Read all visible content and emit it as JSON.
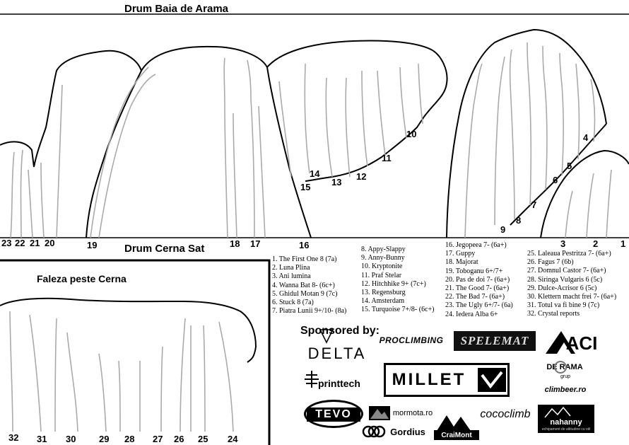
{
  "roads": {
    "top": "Drum Baia de Arama",
    "middle": "Drum Cerna Sat",
    "sector": "Faleza peste Cerna"
  },
  "route_numbers_upper": {
    "r1": "1",
    "r2": "2",
    "r3": "3",
    "r4": "4",
    "r5": "5",
    "r6": "6",
    "r7": "7",
    "r8": "8",
    "r9": "9",
    "r10": "10",
    "r11": "11",
    "r12": "12",
    "r13": "13",
    "r14": "14",
    "r15": "15",
    "r16": "16",
    "r17": "17",
    "r18": "18",
    "r19": "19",
    "r20": "20",
    "r21": "21",
    "r22": "22",
    "r23": "23"
  },
  "route_numbers_lower": {
    "r24": "24",
    "r25": "25",
    "r26": "26",
    "r27": "27",
    "r28": "28",
    "r29": "29",
    "r30": "30",
    "r31": "31",
    "r32": "32"
  },
  "legend": {
    "col1": [
      "1. The First One 8 (7a)",
      "2. Luna Plina",
      "3. Ani lumina",
      "4. Wanna Bat 8- (6c+)",
      "5. Ghidul Motan 9 (7c)",
      "6. Stuck 8 (7a)",
      "7. Piatra Lunii 9+/10- (8a)"
    ],
    "col2": [
      "8. Appy-Slappy",
      "9. Anny-Bunny",
      "10. Kryptonite",
      "11. Praf Stelar",
      "12. Hitchhike 9+ (7c+)",
      "13. Regensburg",
      "14. Amsterdam",
      "15. Turquoise 7+/8- (6c+)"
    ],
    "col3": [
      "16. Jegopeea 7- (6a+)",
      "17. Guppy",
      "18. Majorat",
      "19. Toboganu 6+/7+",
      "20. Pas de doi 7- (6a+)",
      "21. The Good 7- (6a+)",
      "22. The Bad 7- (6a+)",
      "23. The Ugly 6+/7- (6a)",
      "24. Iedera Alba 6+"
    ],
    "col4": [
      "25. Laleaua Pestritza 7- (6a+)",
      "26. Fagus 7 (6b)",
      "27. Domnul Castor 7- (6a+)",
      "28. Siringa Vulgaris 6 (5c)",
      "29. Dulce-Acrisor 6 (5c)",
      "30. Klettern macht frei 7- (6a+)",
      "31. Totul va fi bine 9 (7c)",
      "32. Crystal reports"
    ]
  },
  "sponsors": {
    "title": "Sponsored by:",
    "delta": "DELTA",
    "procl": "PROCLIMBING",
    "speo": "SPELEMAT",
    "aci": "ACI",
    "deorama": "DE  RAMA",
    "deorama_sub": "grup",
    "printtech": "printtech",
    "millet": "MILLET",
    "climbeer": "climbeer.ro",
    "tevo": "TEVO",
    "mormota": "mormota.ro",
    "gordius": "Gordius",
    "craimont": "CraiMont",
    "cococlimb": "cococlimb",
    "nahanny": "nahanny",
    "nahanny_sub": "echipament de altitudine cu stil"
  }
}
